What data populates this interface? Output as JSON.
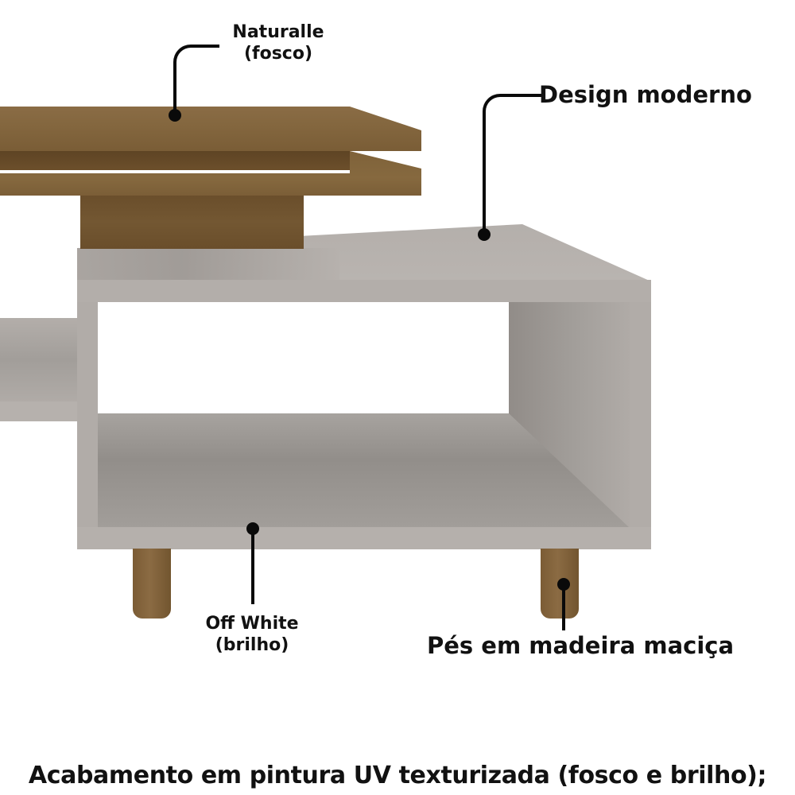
{
  "callouts": {
    "naturalle": {
      "title": "Naturalle",
      "subtitle": "(fosco)"
    },
    "design": {
      "title": "Design moderno"
    },
    "off_white": {
      "title": "Off White",
      "subtitle": "(brilho)"
    },
    "feet": {
      "title": "Pés em madeira maciça"
    }
  },
  "footer": {
    "text": "Acabamento em pintura UV texturizada (fosco e brilho);"
  },
  "colors": {
    "wood": "#84673f",
    "off_white": "#b4afab",
    "text": "#111111",
    "background": "#ffffff"
  }
}
